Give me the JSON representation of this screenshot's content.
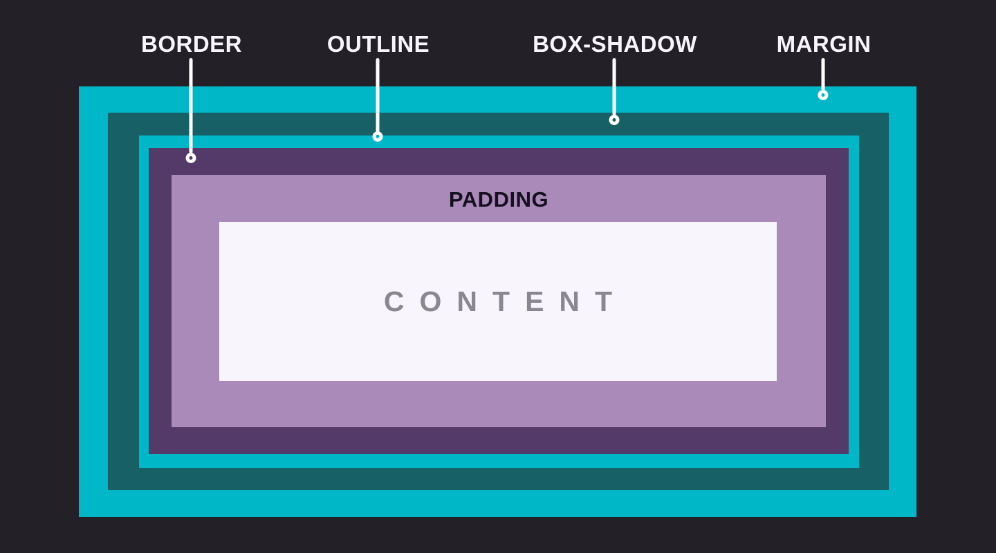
{
  "diagram": {
    "subject": "css-box-model-layers"
  },
  "colors": {
    "background": "#232127",
    "margin_layer": "#00b7c8",
    "box_shadow_layer": "#166066",
    "outline_layer": "#00b7c8",
    "border_layer": "#533a69",
    "padding_layer": "#a98ab8",
    "content_layer": "#f8f5fd",
    "callout_text": "#f8f6fa",
    "pointer": "#ffffff",
    "padding_text": "#15101f",
    "content_text": "#8b8790"
  },
  "callouts": [
    {
      "id": "border",
      "label": "BORDER",
      "points_to": "border-layer"
    },
    {
      "id": "outline",
      "label": "OUTLINE",
      "points_to": "outline-layer"
    },
    {
      "id": "box-shadow",
      "label": "BOX-SHADOW",
      "points_to": "box-shadow-layer"
    },
    {
      "id": "margin",
      "label": "MARGIN",
      "points_to": "margin-layer"
    }
  ],
  "inner_labels": {
    "padding": "PADDING",
    "content": "CONTENT"
  },
  "layers_outer_to_inner": [
    {
      "name": "margin",
      "color": "#00b7c8"
    },
    {
      "name": "box-shadow",
      "color": "#166066"
    },
    {
      "name": "outline",
      "color": "#00b7c8"
    },
    {
      "name": "border",
      "color": "#533a69"
    },
    {
      "name": "padding",
      "color": "#a98ab8"
    },
    {
      "name": "content",
      "color": "#f8f5fd"
    }
  ]
}
